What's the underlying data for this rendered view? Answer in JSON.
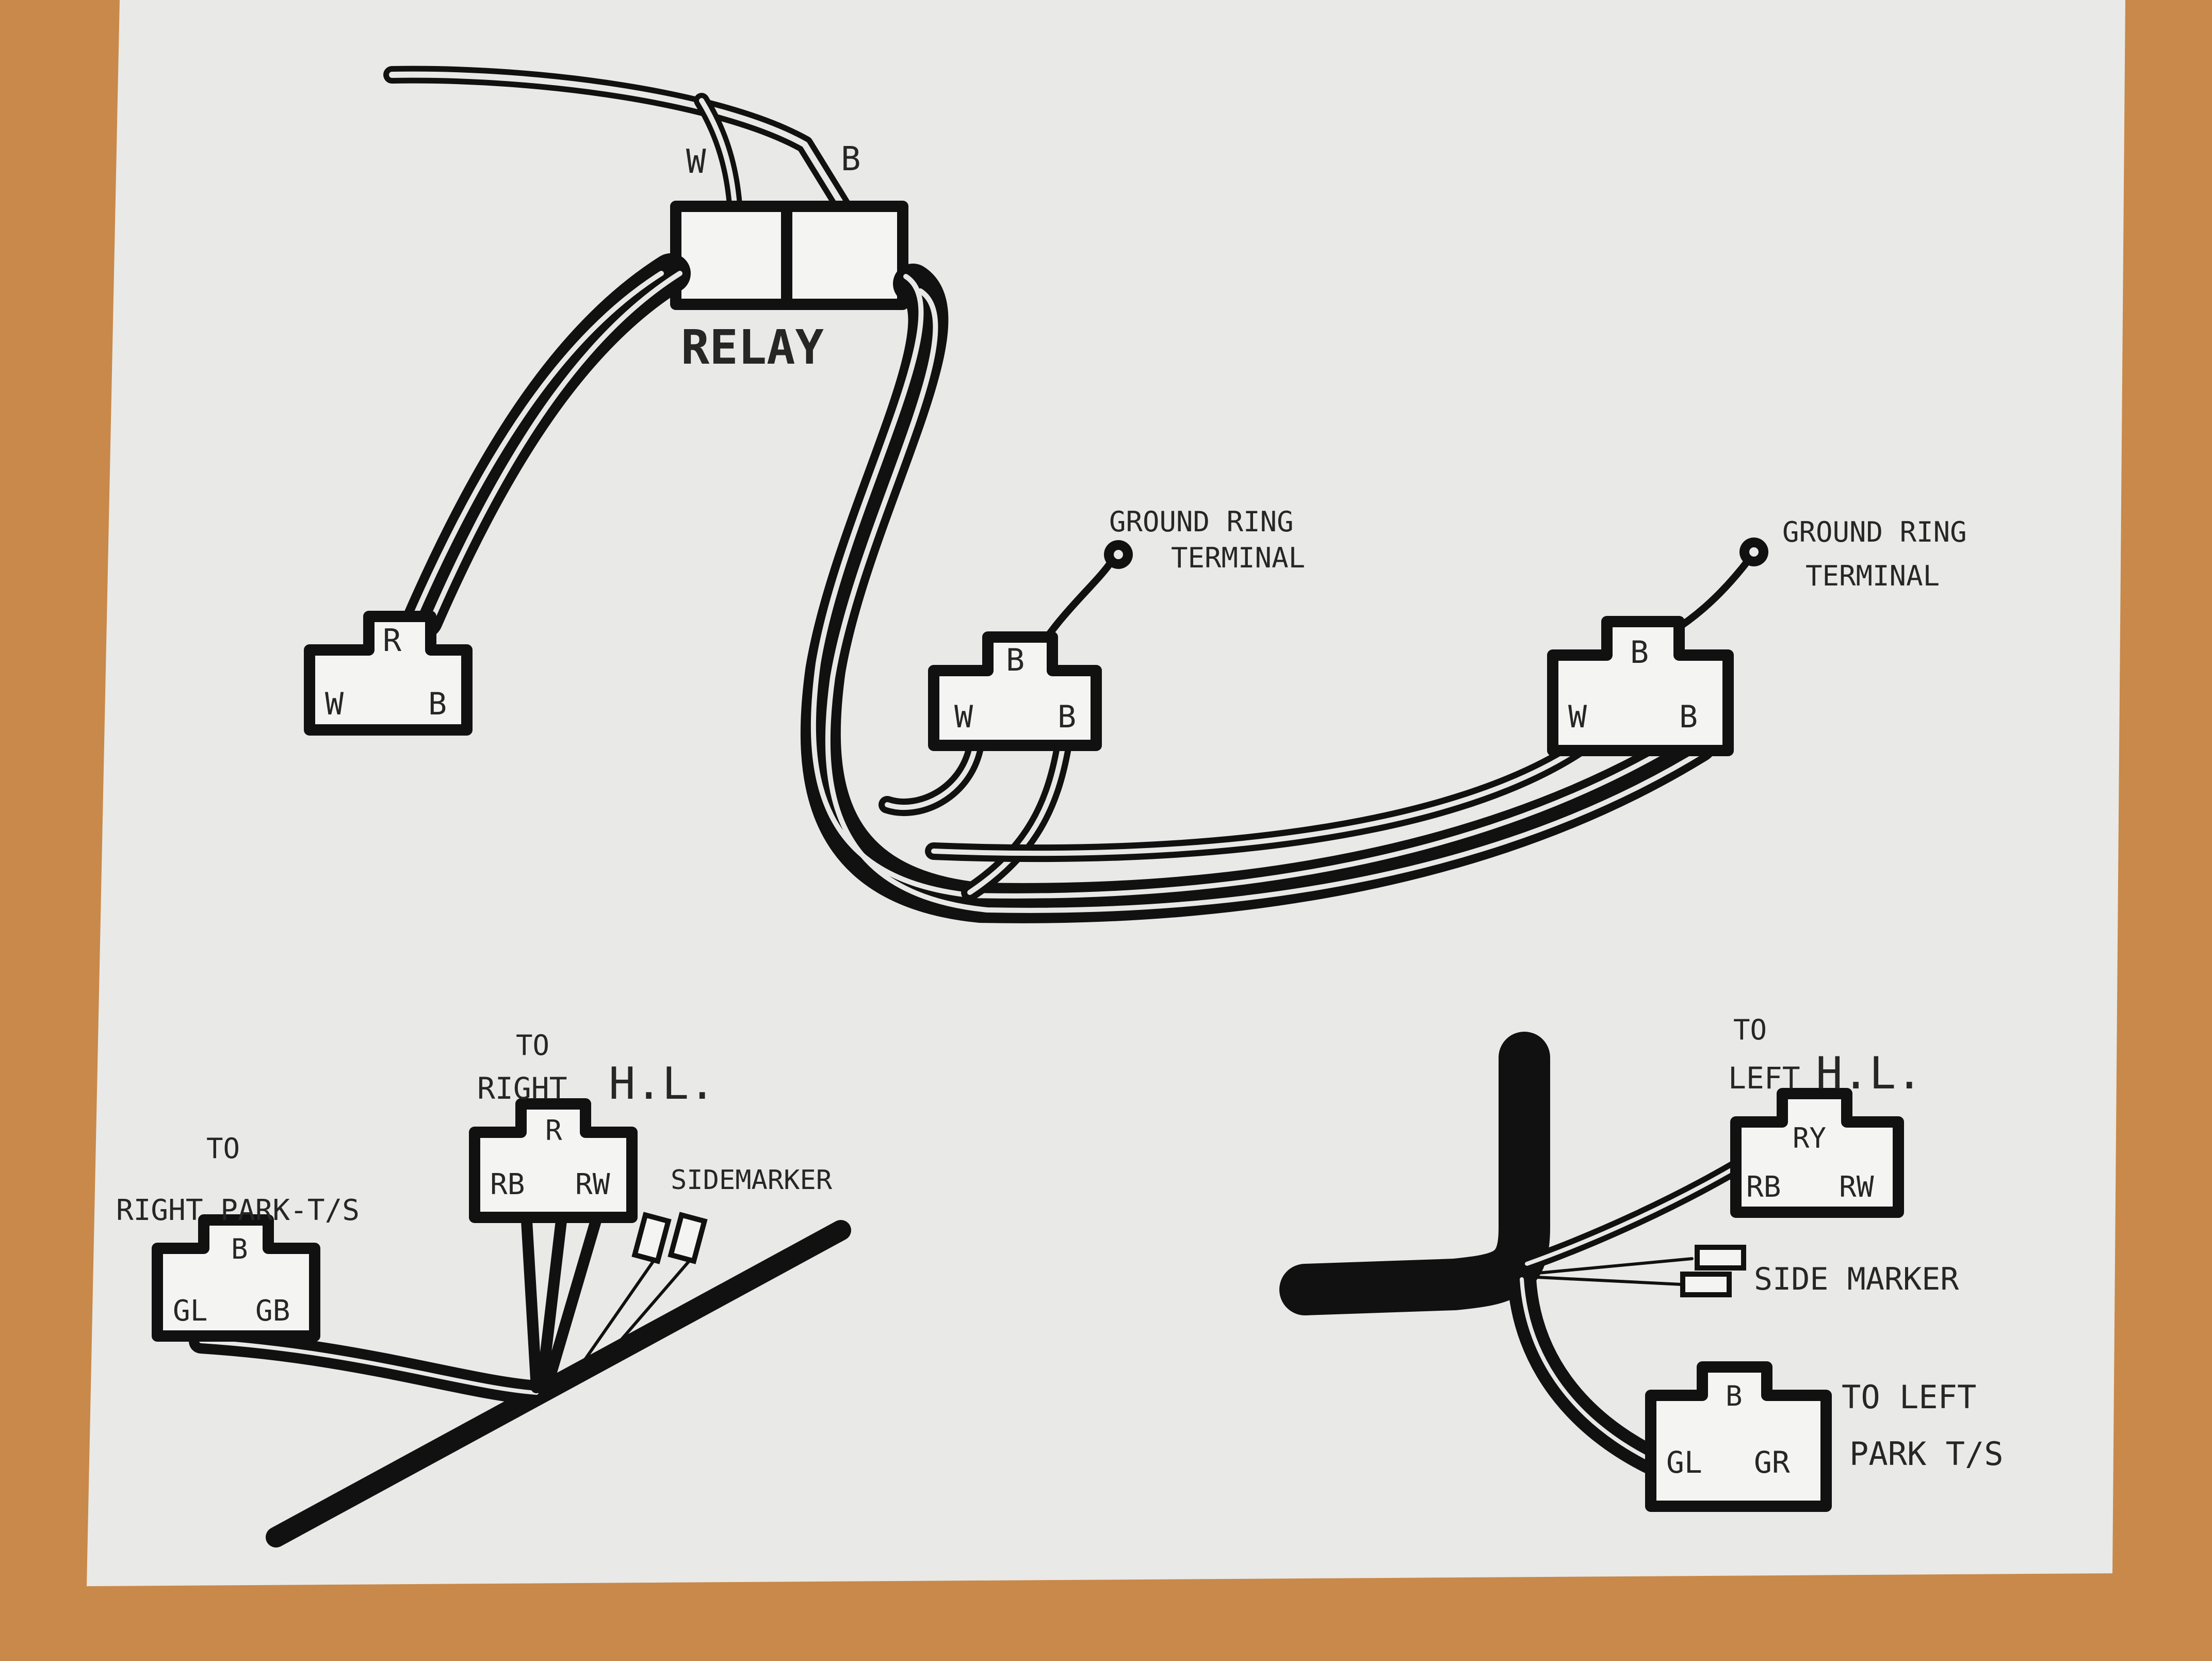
{
  "colors": {
    "table": "#c8894a",
    "paper": "#e9e9e7",
    "ink": "#111111"
  },
  "relay": {
    "label": "RELAY",
    "wire_w": "W",
    "wire_b": "B"
  },
  "connector_left": {
    "top": "R",
    "left": "W",
    "right": "B"
  },
  "connector_mid": {
    "top": "B",
    "left": "W",
    "right": "B"
  },
  "connector_right": {
    "top": "B",
    "left": "W",
    "right": "B"
  },
  "ground_left": {
    "line1": "GROUND RING",
    "line2": "TERMINAL"
  },
  "ground_right": {
    "line1": "GROUND RING",
    "line2": "TERMINAL"
  },
  "right_hl": {
    "to": "TO",
    "label": "RIGHT",
    "label_big": "H.L.",
    "top": "R",
    "left": "RB",
    "right": "RW"
  },
  "right_park": {
    "to": "TO",
    "label": "RIGHT PARK-T/S",
    "top": "B",
    "left": "GL",
    "right": "GB"
  },
  "right_side_marker": "SIDEMARKER",
  "left_hl": {
    "to": "TO",
    "label": "LEFT",
    "label_big": "H.L.",
    "top": "RY",
    "left": "RB",
    "right": "RW"
  },
  "left_side_marker": "SIDE MARKER",
  "left_park": {
    "label_line1": "TO LEFT",
    "label_line2": "PARK T/S",
    "top": "B",
    "left": "GL",
    "right": "GR"
  }
}
